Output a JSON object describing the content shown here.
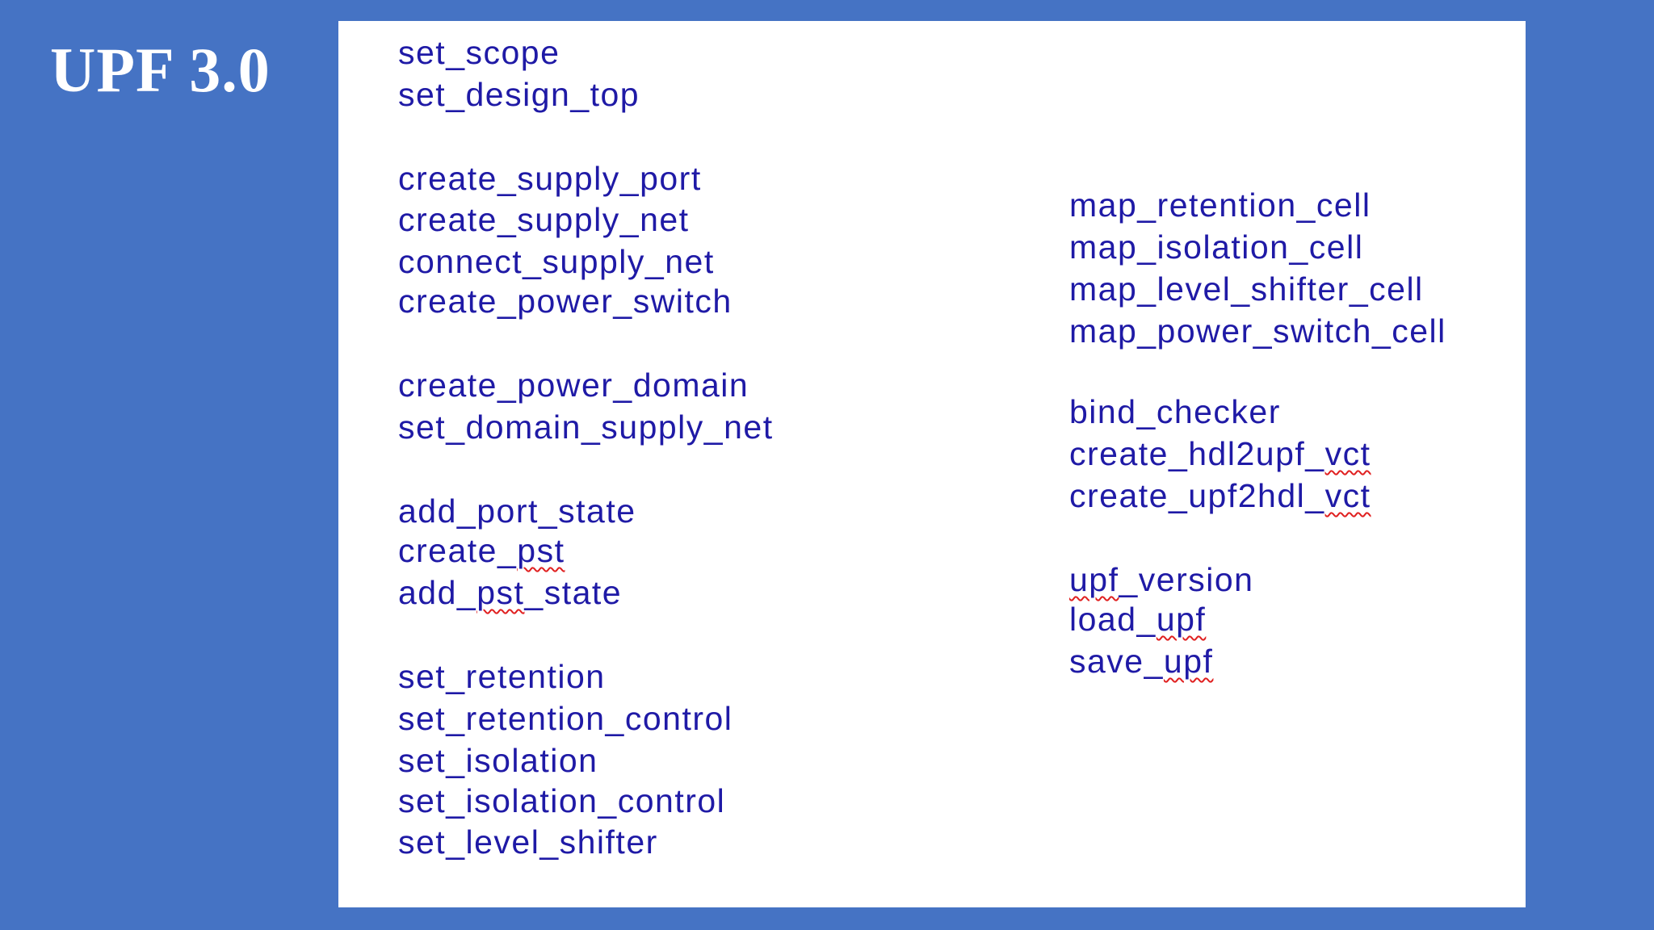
{
  "slide": {
    "title": "UPF 3.0",
    "background_color": "#4573c4",
    "panel_color": "#ffffff",
    "text_color": "#1f1aa6",
    "spellcheck_underline_color": "#e02020"
  },
  "commands_left": [
    {
      "text": "set_scope",
      "underlined": ""
    },
    {
      "text": "set_design_top",
      "underlined": ""
    },
    {
      "text": "create_supply_port",
      "underlined": ""
    },
    {
      "text": "create_supply_net",
      "underlined": ""
    },
    {
      "text": "connect_supply_net",
      "underlined": ""
    },
    {
      "text": "create_power_switch",
      "underlined": ""
    },
    {
      "text": "create_power_domain",
      "underlined": ""
    },
    {
      "text": "set_domain_supply_net",
      "underlined": ""
    },
    {
      "text": "add_port_state",
      "underlined": ""
    },
    {
      "text": "create_pst",
      "underlined": "pst"
    },
    {
      "text": "add_pst_state",
      "underlined": "pst"
    },
    {
      "text": "set_retention",
      "underlined": ""
    },
    {
      "text": "set_retention_control",
      "underlined": ""
    },
    {
      "text": "set_isolation",
      "underlined": ""
    },
    {
      "text": "set_isolation_control",
      "underlined": ""
    },
    {
      "text": "set_level_shifter",
      "underlined": ""
    }
  ],
  "commands_right": [
    {
      "text": "map_retention_cell",
      "underlined": ""
    },
    {
      "text": "map_isolation_cell",
      "underlined": ""
    },
    {
      "text": "map_level_shifter_cell",
      "underlined": ""
    },
    {
      "text": "map_power_switch_cell",
      "underlined": ""
    },
    {
      "text": "bind_checker",
      "underlined": ""
    },
    {
      "text": "create_hdl2upf_vct",
      "underlined": "vct"
    },
    {
      "text": "create_upf2hdl_vct",
      "underlined": "vct"
    },
    {
      "text": "upf_version",
      "underlined": "upf"
    },
    {
      "text": "load_upf",
      "underlined": "upf"
    },
    {
      "text": "save_upf",
      "underlined": "upf"
    }
  ]
}
